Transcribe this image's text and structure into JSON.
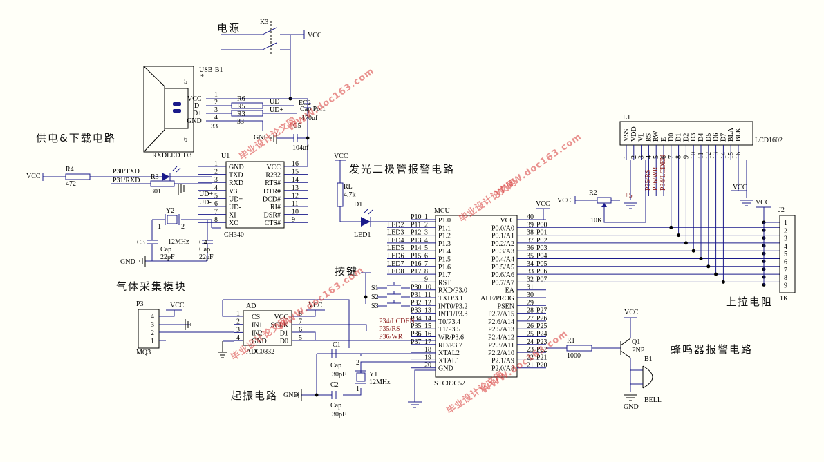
{
  "sections": {
    "power": "电源",
    "supply_download": "供电&下载电路",
    "led_alarm": "发光二极管报警电路",
    "keys": "按键",
    "gas": "气体采集模块",
    "oscillator": "起振电路",
    "pullup": "上拉电阻",
    "buzzer": "蜂鸣器报警电路"
  },
  "switch": {
    "ref": "K3",
    "vcc": "VCC"
  },
  "usb": {
    "ref": "USB-B1",
    "star": "*",
    "pins": [
      "VCC",
      "D-",
      "D+",
      "GND"
    ],
    "nums": [
      "1",
      "2",
      "3",
      "4"
    ],
    "side5": "5",
    "side6": "6",
    "r6": "R6",
    "r5": "R5",
    "r3b": "R3",
    "n33a": "33",
    "n33b": "33",
    "udm": "UD-",
    "udp": "UD+"
  },
  "ec2": {
    "ref": "EC2",
    "pol": "Cap Pol1",
    "val": "470uf",
    "c5": "C5",
    "c5v": "104uf",
    "gnd": "GND"
  },
  "ch340": {
    "ref": "U1",
    "part": "CH340",
    "d3": "D3",
    "rxdled": "RXDLED",
    "left_pins": [
      "GND",
      "TXD",
      "RXD",
      "V3",
      "UD+",
      "UD-",
      "XI",
      "XO"
    ],
    "left_nums": [
      "1",
      "2",
      "3",
      "4",
      "5",
      "6",
      "7",
      "8"
    ],
    "right_pins": [
      "VCC",
      "R232",
      "RTS#",
      "DTR#",
      "DCD#",
      "RI#",
      "DSR#",
      "CTS#"
    ],
    "right_nums": [
      "16",
      "15",
      "14",
      "13",
      "12",
      "11",
      "10",
      "9"
    ],
    "ud_plus": "UD+",
    "ud_minus": "UD-"
  },
  "r4": {
    "ref": "R4",
    "val": "472",
    "vcc": "VCC",
    "p30": "P30/TXD",
    "p31": "P31/RXD",
    "r3": "R3",
    "r3v": "301"
  },
  "xtal2": {
    "ref": "Y2",
    "freq": "12MHz",
    "c3": "C3",
    "c4": "C4",
    "cap": "Cap",
    "c3v": "22pF",
    "c4v": "22pF",
    "p1": "1",
    "p2": "2",
    "gnd": "GND"
  },
  "led": {
    "vcc": "VCC",
    "rl": "RL",
    "rlv": "4.7k",
    "d1": "D1",
    "led1": "LED1"
  },
  "mcu": {
    "ref": "MCU",
    "part": "STC89C52",
    "left_pins": [
      "P1.0",
      "P1.1",
      "P1.2",
      "P1.3",
      "P1.4",
      "P1.5",
      "P1.6",
      "P1.7",
      "RST",
      "RXD/P3.0",
      "TXD/3.1",
      "INT0/P3.2",
      "INT1/P3.3",
      "T0/P3.4",
      "T1/P3.5",
      "WR/P3.6",
      "RD/P3.7",
      "XTAL2",
      "XTAL1",
      "GND"
    ],
    "left_nums": [
      "1",
      "2",
      "3",
      "4",
      "5",
      "6",
      "7",
      "8",
      "9",
      "10",
      "11",
      "12",
      "13",
      "14",
      "15",
      "16",
      "17",
      "18",
      "19",
      "20"
    ],
    "left_nets": [
      "P10",
      "P11",
      "P12",
      "P13",
      "P14",
      "P15",
      "P16",
      "P17",
      "",
      "P30",
      "P31",
      "P32",
      "P33",
      "P34",
      "P35",
      "P36",
      "P37",
      "",
      "",
      ""
    ],
    "right_pins": [
      "VCC",
      "P0.0/A0",
      "P0.1/A1",
      "P0.2/A2",
      "P0.3/A3",
      "P0.4/A4",
      "P0.5/A5",
      "P0.6/A6",
      "P0.7/A7",
      "EA",
      "ALE/PROG",
      "PSEN",
      "P2.7/A15",
      "P2.6/A14",
      "P2.5/A13",
      "P2.4/A12",
      "P2.3/A11",
      "P2.2/A10",
      "P2.1/A9",
      "P2.0/A8"
    ],
    "right_nums": [
      "40",
      "39",
      "38",
      "37",
      "36",
      "35",
      "34",
      "33",
      "32",
      "31",
      "30",
      "29",
      "28",
      "27",
      "26",
      "25",
      "24",
      "23",
      "22",
      "21"
    ],
    "right_nets": [
      "",
      "P00",
      "P01",
      "P02",
      "P03",
      "P04",
      "P05",
      "P06",
      "P07",
      "",
      "",
      "",
      "P27",
      "P26",
      "P25",
      "P24",
      "P23",
      "P22",
      "P21",
      "P20"
    ],
    "vcc": "VCC",
    "led_nets": [
      "LED2",
      "LED3",
      "LED4",
      "LED5",
      "LED6",
      "LED7",
      "LED8"
    ],
    "p3_nets": [
      "P34/LCDEN",
      "P35/RS",
      "P36/WR"
    ]
  },
  "keys": {
    "s1": "S1",
    "s2": "S2",
    "s3": "S3"
  },
  "lcd": {
    "ref": "L1",
    "part": "LCD1602",
    "pins": [
      "VSS",
      "VDD",
      "VL",
      "RS",
      "RW",
      "E",
      "D0",
      "D1",
      "D2",
      "D3",
      "D4",
      "D5",
      "D6",
      "D7",
      "BLA",
      "BLK"
    ],
    "nums": [
      "1",
      "2",
      "3",
      "4",
      "5",
      "6",
      "7",
      "8",
      "9",
      "10",
      "11",
      "12",
      "13",
      "14",
      "15",
      "16"
    ],
    "nets": [
      "P35/RS",
      "P36/WR",
      "P34/LCDEN"
    ],
    "vcc": "VCC",
    "r2": "R2",
    "r2v": "10K",
    "plus": "+5",
    "vcc2": "VCC"
  },
  "j2": {
    "ref": "J2",
    "val": "1K",
    "vcc": "VCC",
    "nums": [
      "1",
      "2",
      "3",
      "4",
      "5",
      "6",
      "7",
      "8",
      "9"
    ]
  },
  "gas": {
    "ref": "P3",
    "part": "MQ3",
    "vcc": "VCC",
    "nums": [
      "4",
      "3",
      "2",
      "1"
    ]
  },
  "adc": {
    "ref": "AD",
    "part": "ADC0832",
    "vcc": "VCC",
    "left_pins": [
      "CS",
      "IN1",
      "IN2",
      "GND"
    ],
    "left_nums": [
      "1",
      "2",
      "3",
      "4"
    ],
    "right_pins": [
      "VCC",
      "SCLK",
      "D1",
      "D0"
    ],
    "right_nums": [
      "8",
      "7",
      "6",
      "5"
    ]
  },
  "osc": {
    "c1": "C1",
    "c2": "C2",
    "cap": "Cap",
    "c1v": "30pF",
    "c2v": "30pF",
    "y1": "Y1",
    "freq": "12MHz",
    "gnd": "GND",
    "p1": "1",
    "p2": "2"
  },
  "buzzer": {
    "r1": "R1",
    "r1v": "1000",
    "q1": "Q1",
    "pnp": "PNP",
    "b1": "B1",
    "bell": "BELL",
    "vcc": "VCC",
    "gnd": "GND"
  },
  "watermarks": [
    "毕业设计论文网",
    "WWW.doc163.com"
  ]
}
